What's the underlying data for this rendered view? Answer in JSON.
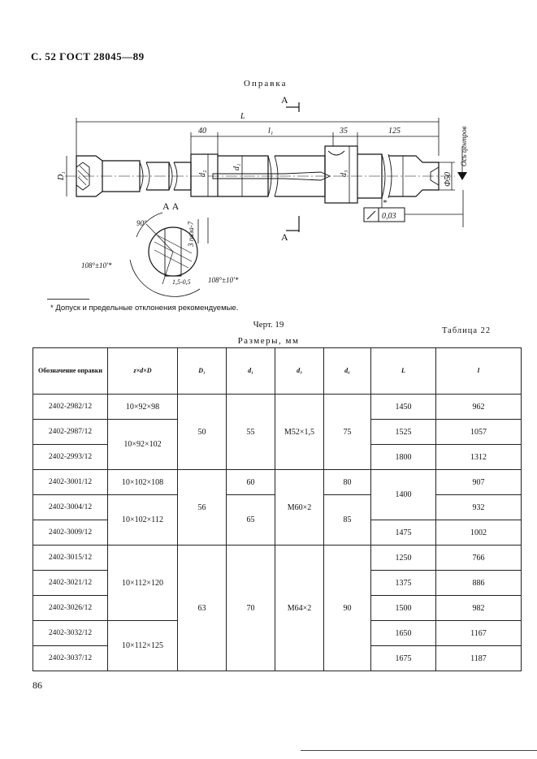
{
  "header": {
    "text": "С. 52 ГОСТ 28045—89"
  },
  "drawing": {
    "title": "Оправка",
    "dims": {
      "L": "L",
      "dim40": "40",
      "l1": "l₁",
      "dim35": "35",
      "dim125": "125",
      "D1": "D₁",
      "d2": "d₂",
      "d1": "d₁",
      "d3": "d₃",
      "phi50": "Ф50",
      "axis": "Ось центров",
      "tol": "0,03",
      "star": "*",
      "sectionA": "А",
      "sectionAA": "А  А",
      "ang90": "90°",
      "ang108a": "108°±10'*",
      "ang108b": "108°±10'*",
      "groove": "3 паза-7",
      "dim15": "1,5-0,5"
    },
    "footnote": "* Допуск и предельные отклонения рекомендуемые.",
    "caption": "Черт. 19"
  },
  "table": {
    "label": "Таблица 22",
    "title": "Размеры, мм",
    "headers": [
      "Обозначение оправки",
      "z×d×D",
      "D₁",
      "d₁",
      "d₃",
      "d₆",
      "L",
      "l"
    ],
    "rows": [
      {
        "designation": "2402-2982/12",
        "zdD": "10×92×98",
        "D1": "50",
        "d1": "55",
        "d3": "M52×1,5",
        "d6": "75",
        "L": "1450",
        "l": "962"
      },
      {
        "designation": "2402-2987/12",
        "zdD": "10×92×102",
        "L": "1525",
        "l": "1057"
      },
      {
        "designation": "2402-2993/12",
        "L": "1800",
        "l": "1312"
      },
      {
        "designation": "2402-3001/12",
        "zdD": "10×102×108",
        "D1": "56",
        "d1": "60",
        "d3": "M60×2",
        "d6": "80",
        "L": "1400",
        "l": "907"
      },
      {
        "designation": "2402-3004/12",
        "zdD": "10×102×112",
        "d1": "65",
        "d6": "85",
        "l": "932"
      },
      {
        "designation": "2402-3009/12",
        "L": "1475",
        "l": "1002"
      },
      {
        "designation": "2402-3015/12",
        "zdD": "10×112×120",
        "D1": "63",
        "d1": "70",
        "d3": "M64×2",
        "d6": "90",
        "L": "1250",
        "l": "766"
      },
      {
        "designation": "2402-3021/12",
        "L": "1375",
        "l": "886"
      },
      {
        "designation": "2402-3026/12",
        "L": "1500",
        "l": "982"
      },
      {
        "designation": "2402-3032/12",
        "zdD": "10×112×125",
        "L": "1650",
        "l": "1167"
      },
      {
        "designation": "2402-3037/12",
        "L": "1675",
        "l": "1187"
      }
    ]
  },
  "page_number": "86"
}
